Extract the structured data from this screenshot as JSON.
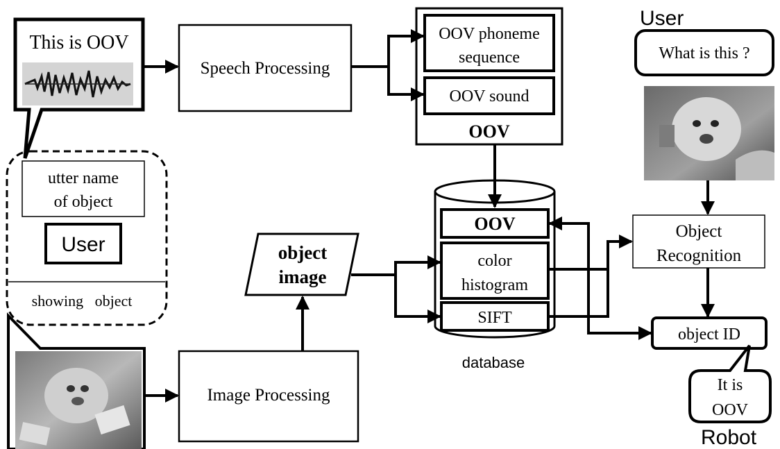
{
  "speech_bubble": {
    "text": "This is OOV"
  },
  "demo_group": {
    "utter_line1": "utter name",
    "utter_line2": "of object",
    "user_label": "User",
    "showing_text": "showing   object"
  },
  "speech_processing": {
    "label": "Speech Processing"
  },
  "image_processing": {
    "label": "Image Processing"
  },
  "object_image": {
    "line1": "object",
    "line2": "image"
  },
  "oov_group": {
    "phoneme_line1": "OOV phoneme",
    "phoneme_line2": "sequence",
    "sound_label": "OOV sound",
    "caption": "OOV"
  },
  "database": {
    "oov_label": "OOV",
    "color_line1": "color",
    "color_line2": "histogram",
    "sift_label": "SIFT",
    "caption": "database"
  },
  "query_side": {
    "user_caption": "User",
    "question": "What is this ?"
  },
  "object_recognition": {
    "line1": "Object",
    "line2": "Recognition"
  },
  "object_id": {
    "label": "object ID"
  },
  "robot": {
    "answer_line1": "It is",
    "answer_line2": "OOV",
    "caption": "Robot"
  }
}
